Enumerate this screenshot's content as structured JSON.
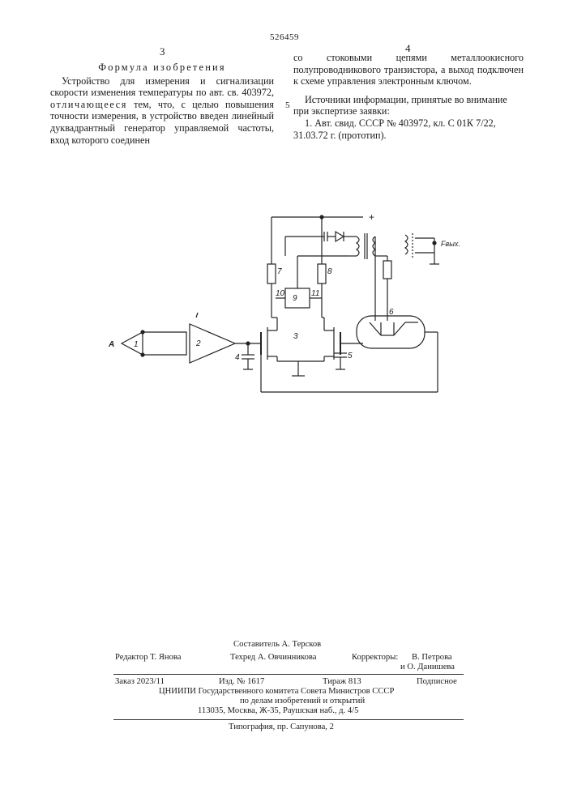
{
  "header": {
    "patent_number": "526459",
    "col_left_number": "3",
    "col_right_number": "4",
    "line_marker": "5"
  },
  "claims": {
    "heading": "Формула изобретения",
    "paragraph_part1": "Устройство для измерения и сигнализации скорости изменения температуры по авт. св. 403972,",
    "paragraph_spaced": "отличающееся",
    "paragraph_part2": "тем, что, с целью повышения точности измерения, в устройство введен линейный дуквадрантный генератор управляемой частоты, вход которого соединен",
    "continuation": "со стоковыми цепями металлоокисного полупроводникового транзистора, а выход подключен к схеме управления электронным ключом."
  },
  "sources": {
    "title": "Источники информации, принятые во внимание при экспертизе заявки:",
    "ref1": "1. Авт. свид. СССР № 403972, кл. С 01К 7/22, 31.03.72 г. (прототип)."
  },
  "diagram": {
    "labels": {
      "input": "A",
      "n1": "1",
      "n2": "2",
      "n3": "3",
      "n4": "4",
      "n5": "5",
      "n6": "6",
      "n7": "7",
      "n8": "8",
      "n9": "9",
      "n10": "10",
      "n11": "11",
      "plus": "+",
      "output": "Fвых."
    }
  },
  "imprint": {
    "compiler": "Составитель А. Терсков",
    "editor": "Редактор Т. Янова",
    "techred": "Техред А. Овчинникова",
    "correctors_label": "Корректоры:",
    "corrector1": "В. Петрова",
    "corrector2": "и О. Данишева",
    "order": "Заказ 2023/11",
    "edition": "Изд. № 1617",
    "circulation": "Тираж 813",
    "subscription": "Подписное",
    "org1": "ЦНИИПИ Государственного комитета Совета Министров СССР",
    "org2": "по делам изобретений и открытий",
    "address": "113035, Москва, Ж-35, Раушская наб., д. 4/5",
    "printer": "Типография, пр. Сапунова, 2"
  }
}
